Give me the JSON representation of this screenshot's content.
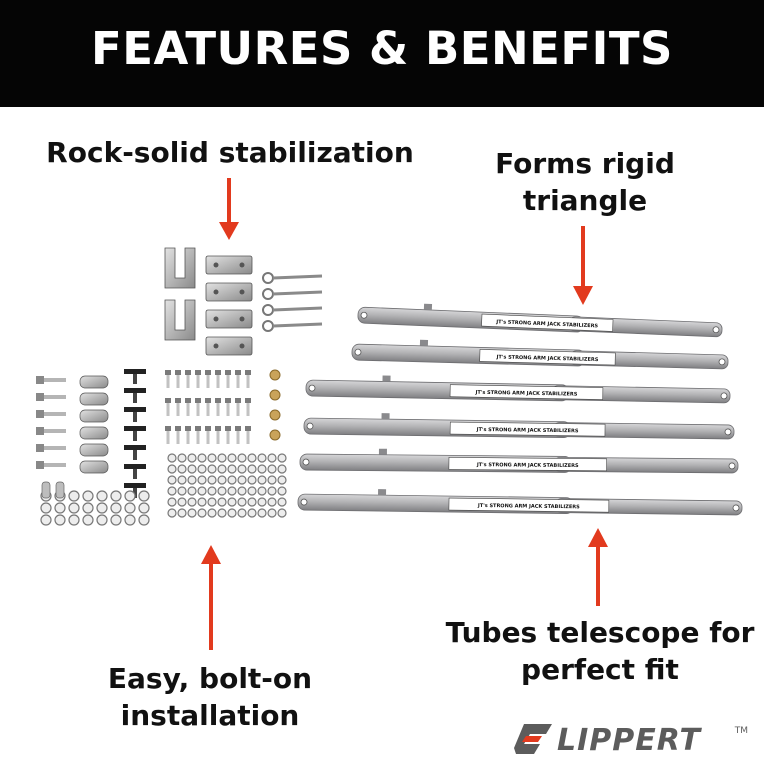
{
  "banner": {
    "title": "FEATURES & BENEFITS"
  },
  "callouts": [
    {
      "text": "Rock-solid stabilization"
    },
    {
      "text": "Forms rigid triangle"
    },
    {
      "text": "Easy, bolt-on installation"
    },
    {
      "text": "Tubes telescope for perfect fit"
    }
  ],
  "tube_labels": [
    "JT's STRONG ARM",
    "JACK STABILIZERS"
  ],
  "brand": {
    "name": "LIPPERT",
    "trademark": "TM"
  },
  "colors": {
    "banner": "#050505",
    "arrow": "#e23a1e",
    "tube": "#a9a9ab",
    "logo": "#5c5c5c"
  },
  "icons": {
    "logo": "lippert-logo-icon",
    "arrows": "arrow-icon"
  }
}
